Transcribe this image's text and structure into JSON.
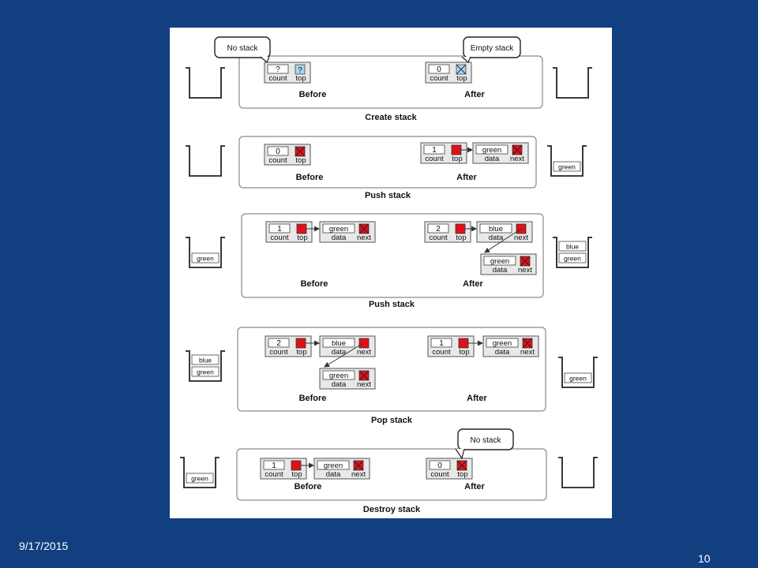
{
  "colors": {
    "background": "#123f80",
    "panel": "#ffffff",
    "pointer_null": "#e0101a",
    "pointer_unset": "#a9d6ef",
    "box_fill": "#e8e8e8",
    "section_border": "#8a8a8a"
  },
  "common": {
    "count_label": "count",
    "top_label": "top",
    "data_label": "data",
    "next_label": "next",
    "before_label": "Before",
    "after_label": "After",
    "unknown_value": "?"
  },
  "sections": [
    {
      "title": "Create stack",
      "callout_before": "No stack",
      "callout_after": "Empty stack",
      "before": {
        "count": "?",
        "stack_items": []
      },
      "after": {
        "count": "0",
        "stack_items": []
      }
    },
    {
      "title": "Push stack",
      "before": {
        "count": "0",
        "stack_items": []
      },
      "after": {
        "count": "1",
        "nodes": [
          "green"
        ],
        "stack_items": [
          "green"
        ]
      }
    },
    {
      "title": "Push stack",
      "before": {
        "count": "1",
        "nodes": [
          "green"
        ],
        "stack_items": [
          "green"
        ]
      },
      "after": {
        "count": "2",
        "nodes": [
          "blue",
          "green"
        ],
        "stack_items": [
          "blue",
          "green"
        ]
      }
    },
    {
      "title": "Pop stack",
      "before": {
        "count": "2",
        "nodes": [
          "blue",
          "green"
        ],
        "stack_items": [
          "blue",
          "green"
        ]
      },
      "after": {
        "count": "1",
        "nodes": [
          "green"
        ],
        "stack_items": [
          "green"
        ]
      }
    },
    {
      "title": "Destroy stack",
      "callout_after": "No stack",
      "before": {
        "count": "1",
        "nodes": [
          "green"
        ],
        "stack_items": [
          "green"
        ]
      },
      "after": {
        "count": "0",
        "stack_items": []
      }
    }
  ],
  "footer": {
    "date": "9/17/2015",
    "page": "10"
  }
}
